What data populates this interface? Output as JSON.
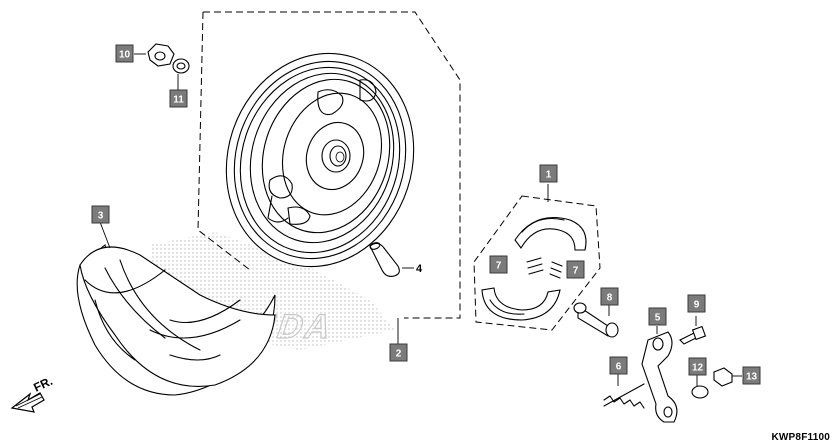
{
  "diagram": {
    "code": "KWP8F1100",
    "direction_label": "FR.",
    "watermark": "HONDA",
    "colors": {
      "callout_fill": "#7b7b7b",
      "ink": "#000000",
      "watermark": "#c8c8c8"
    },
    "callouts": [
      {
        "id": "1",
        "name": "brake-shoe-set"
      },
      {
        "id": "2",
        "name": "rear-wheel"
      },
      {
        "id": "3",
        "name": "rear-tire"
      },
      {
        "id": "4",
        "name": "tire-valve"
      },
      {
        "id": "5",
        "name": "brake-arm"
      },
      {
        "id": "6",
        "name": "brake-arm-spring"
      },
      {
        "id": "7",
        "name": "brake-shoe-spring"
      },
      {
        "id": "8",
        "name": "brake-cam"
      },
      {
        "id": "9",
        "name": "arm-bolt"
      },
      {
        "id": "10",
        "name": "axle-nut"
      },
      {
        "id": "11",
        "name": "washer"
      },
      {
        "id": "12",
        "name": "joint-pin"
      },
      {
        "id": "13",
        "name": "adjusting-nut"
      }
    ]
  }
}
